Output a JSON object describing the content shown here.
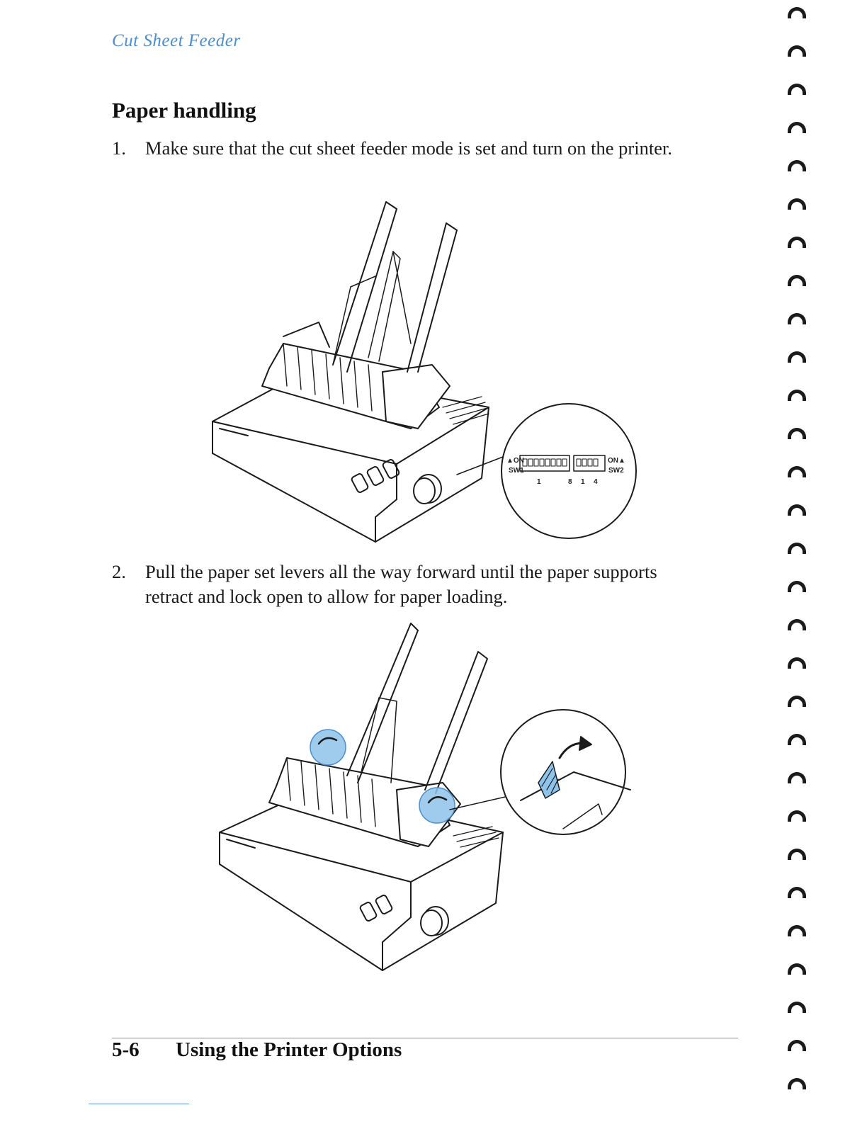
{
  "running_head": "Cut Sheet Feeder",
  "section_title": "Paper handling",
  "steps": [
    {
      "number": "1.",
      "text": "Make sure that the cut sheet feeder mode is set and turn on the printer."
    },
    {
      "number": "2.",
      "text": "Pull the paper set levers all the way forward until the paper supports retract and lock open to allow for paper loading."
    }
  ],
  "figure1": {
    "labels": {
      "on_left": "▲ON",
      "sw1": "SW1",
      "on_right": "ON▲",
      "sw2": "SW2",
      "n1": "1",
      "n8": "8",
      "n1b": "1",
      "n4": "4"
    }
  },
  "footer": {
    "page_number": "5-6",
    "chapter_title": "Using the Printer Options"
  },
  "colors": {
    "accent_blue": "#4c8fcf",
    "highlight": "#8ec3ea",
    "ink": "#1b1b1b"
  }
}
